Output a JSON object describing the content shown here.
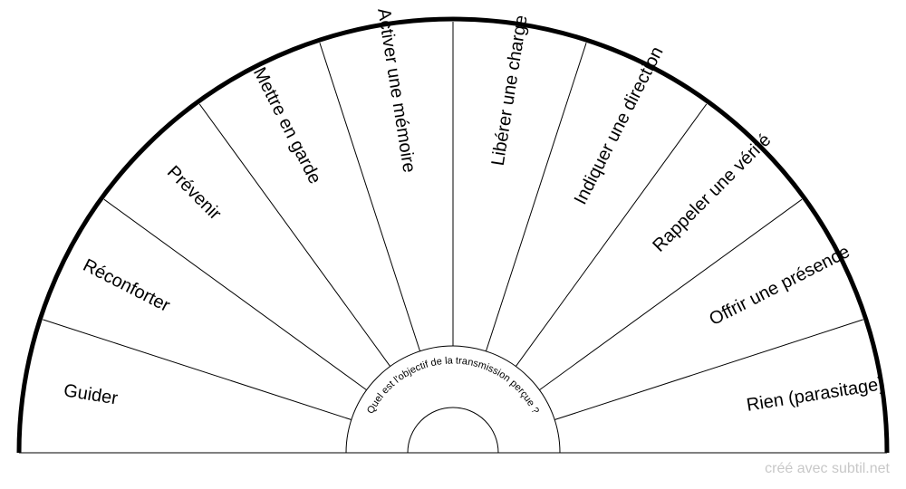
{
  "chart": {
    "segments": [
      "Guider",
      "Réconforter",
      "Prévenir",
      "Mettre en garde",
      "Activer une mémoire",
      "Libérer une charge",
      "Indiquer une direction",
      "Rappeler une vérité",
      "Offrir une présence",
      "Rien (parasitage)"
    ],
    "question": "Quel est l'objectif de la transmission perçue ?"
  },
  "credit": "créé avec subtil.net",
  "colors": {
    "stroke": "#000000",
    "background": "#ffffff",
    "credit": "#c8c8c8"
  }
}
